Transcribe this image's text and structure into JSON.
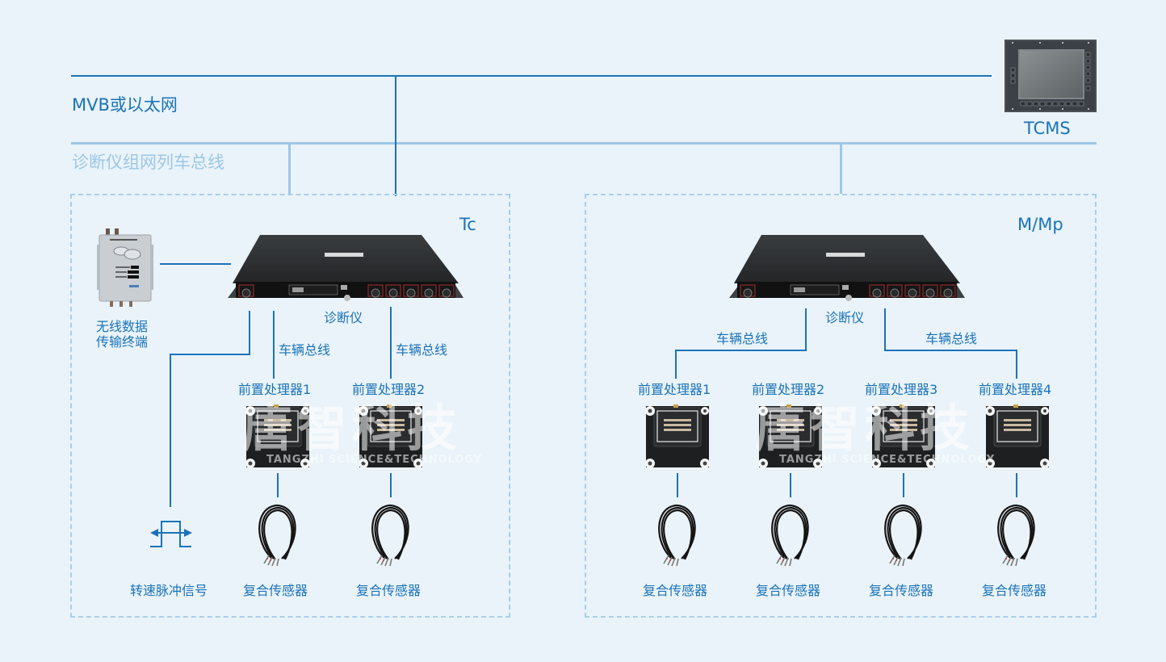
{
  "buses": {
    "mvb_label": "MVB或以太网",
    "train_bus_label": "诊断仪组网列车总线",
    "tcms_label": "TCMS"
  },
  "groups": [
    {
      "name": "Tc",
      "diagnostic_label": "诊断仪",
      "vehicle_bus_labels": [
        "车辆总线",
        "车辆总线"
      ],
      "wireless_terminal_label": "无线数据\n传输终端",
      "wireless_label_lines": [
        "无线数据",
        "传输终端"
      ],
      "pulse_label": "转速脉冲信号",
      "processors": [
        "前置处理器1",
        "前置处理器2"
      ],
      "sensors": [
        "复合传感器",
        "复合传感器"
      ]
    },
    {
      "name": "M/Mp",
      "diagnostic_label": "诊断仪",
      "vehicle_bus_labels": [
        "车辆总线",
        "车辆总线"
      ],
      "processors": [
        "前置处理器1",
        "前置处理器2",
        "前置处理器3",
        "前置处理器4"
      ],
      "sensors": [
        "复合传感器",
        "复合传感器",
        "复合传感器",
        "复合传感器"
      ]
    }
  ],
  "watermark": {
    "main": "唐智科技",
    "sub": "TANGZHI SCIENCE&TECHNOLOGY"
  },
  "colors": {
    "background": "#eaf3fa",
    "line_dark": "#1a73b8",
    "line_light": "#9cc7e6",
    "dashed_border": "#a9cfeb"
  }
}
